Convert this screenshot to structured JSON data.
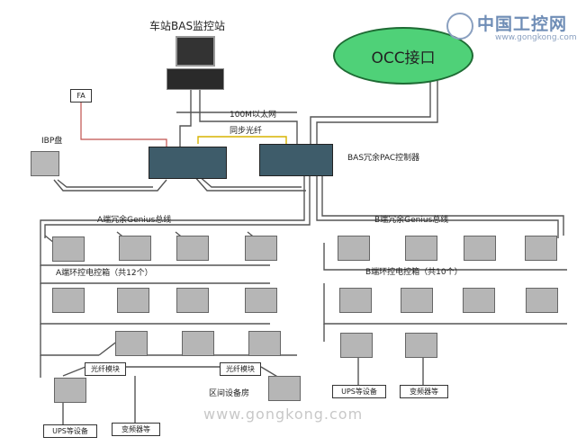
{
  "station": {
    "label": "车站BAS监控站"
  },
  "occ": {
    "label": "OCC接口"
  },
  "logo": {
    "main": "中国工控网",
    "sub": "www.gongkong.com"
  },
  "network": {
    "ethernet_label": "100M以太网",
    "fiber_sync_label": "同步光纤"
  },
  "fa": {
    "label": "FA"
  },
  "ibp": {
    "label": "IBP盘"
  },
  "pac": {
    "label": "BAS冗余PAC控制器"
  },
  "a_end": {
    "bus_label": "A端冗余Genius总线",
    "cabinets_label": "A端环控电控箱（共12个）"
  },
  "b_end": {
    "bus_label": "B端冗余Genius总线",
    "cabinets_label": "B端环控电控箱（共10个）"
  },
  "fiber_module_label": "光纤模块",
  "section_room_label": "区间设备房",
  "ups_label": "UPS等设备",
  "vfd_label": "变频器等",
  "watermark": "www.gongkong.com",
  "colors": {
    "occ_fill": "#4fd178",
    "fa_line": "#c0504d",
    "fiber_line": "#d7b400",
    "bus_line": "#555555"
  }
}
